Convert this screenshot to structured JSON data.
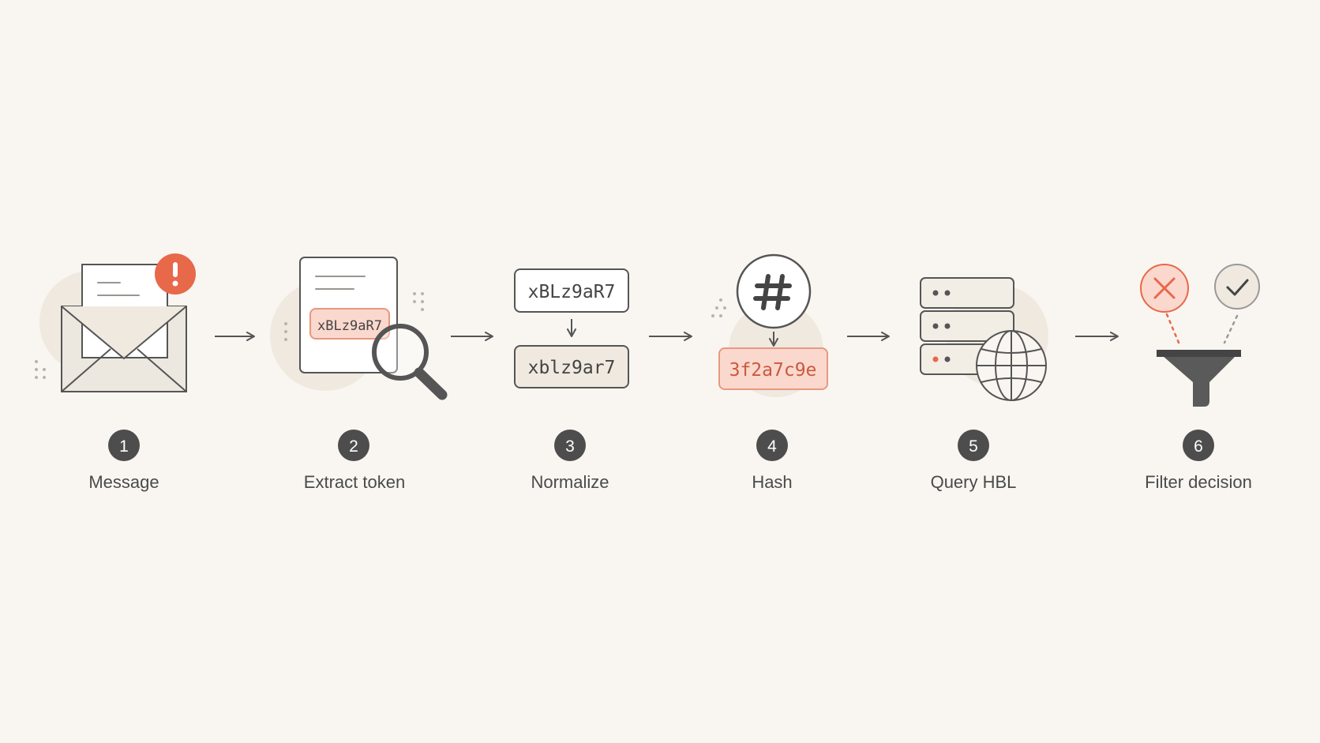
{
  "steps": [
    {
      "number": "1",
      "label": "Message",
      "icon": "envelope-alert-icon"
    },
    {
      "number": "2",
      "label": "Extract token",
      "icon": "document-magnifier-icon",
      "token": "xBLz9aR7"
    },
    {
      "number": "3",
      "label": "Normalize",
      "icon": "normalize-icon",
      "input": "xBLz9aR7",
      "output": "xblz9ar7"
    },
    {
      "number": "4",
      "label": "Hash",
      "icon": "hash-icon",
      "hash": "3f2a7c9e"
    },
    {
      "number": "5",
      "label": "Query HBL",
      "icon": "server-globe-icon"
    },
    {
      "number": "6",
      "label": "Filter decision",
      "icon": "funnel-decision-icon"
    }
  ],
  "colors": {
    "background": "#f9f6f1",
    "stroke": "#555555",
    "accent": "#e8684a",
    "accent_fill": "#fbd8cd",
    "badge": "#4d4d4d",
    "soft_fill": "#efe9e0"
  }
}
